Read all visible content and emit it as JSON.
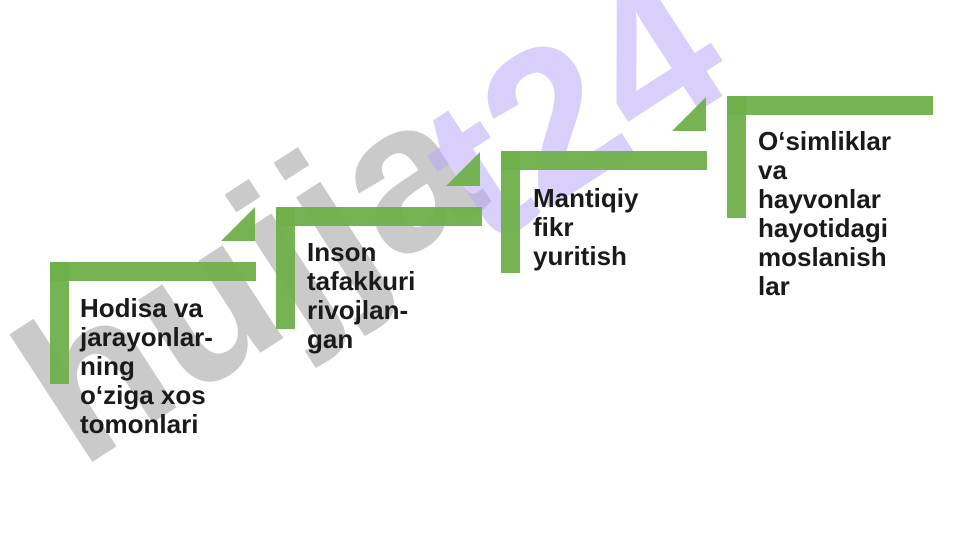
{
  "colors": {
    "step_green": "#6fb04a",
    "text": "#1a1a1a",
    "watermark_gray": "#9e9e9e",
    "watermark_violet": "#b8a9f5"
  },
  "steps": [
    {
      "label": "Hodisa va\njarayonlar-\nning\no‘ziga xos\ntomonlari"
    },
    {
      "label": "Inson\ntafakkuri\nrivojlan-\ngan"
    },
    {
      "label": "Mantiqiy\nfikr\nyuritish"
    },
    {
      "label": "O‘simliklar\nva\nhayvonlar\nhayotidagi\nmoslanish\nlar"
    }
  ],
  "watermark": {
    "text_gray": "hujja",
    "text_violet": "t24"
  }
}
